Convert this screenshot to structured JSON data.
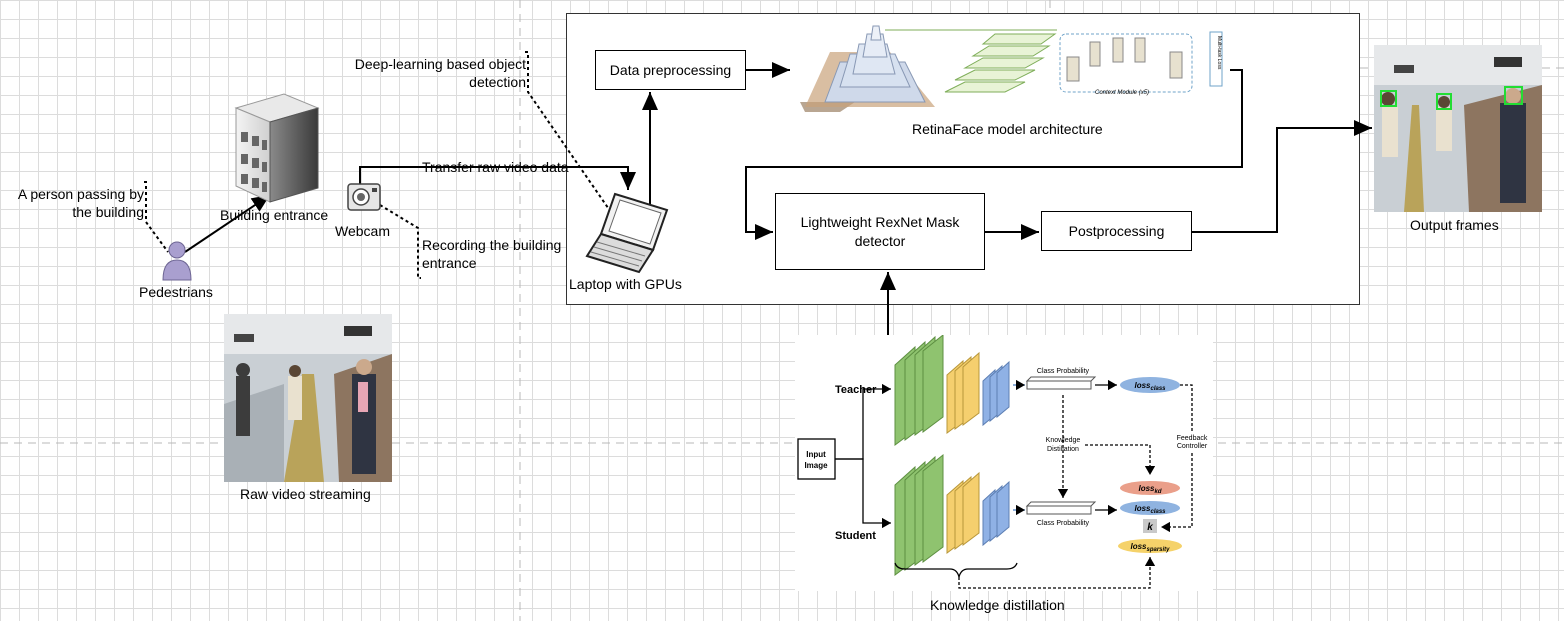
{
  "labels": {
    "person_passing": [
      "A person passing by",
      "the building"
    ],
    "building_entrance": "Building entrance",
    "webcam": "Webcam",
    "pedestrians": "Pedestrians",
    "recording": [
      "Recording the building",
      "entrance"
    ],
    "transfer": "Transfer raw video data",
    "deep_learning": [
      "Deep-learning based object",
      "detection"
    ],
    "laptop": "Laptop with GPUs",
    "raw_video": "Raw video streaming",
    "output_frames": "Output frames",
    "retinaface": "RetinaFace model architecture",
    "knowledge_distillation": "Knowledge distillation"
  },
  "boxes": {
    "data_preprocessing": "Data preprocessing",
    "rexnet": [
      "Lightweight RexNet Mask",
      "detector"
    ],
    "postprocessing": "Postprocessing"
  },
  "kd_figure": {
    "teacher": "Teacher",
    "student": "Student",
    "input": [
      "Input",
      "Image"
    ],
    "class_prob_top": "Class Probability",
    "class_prob_bottom": "Class Probability",
    "kd_label": [
      "Knowledge",
      "Distillation"
    ],
    "feedback": [
      "Feedback",
      "Controller"
    ],
    "loss_class": "loss",
    "loss_class_sub": "class",
    "loss_kd": "loss",
    "loss_kd_sub": "kd",
    "loss_sparsity": "loss",
    "loss_sparsity_sub": "sparsity",
    "k": "k"
  },
  "retina_figure": {
    "context_module": "Context Module (x5)",
    "multitask_loss": "Multi-task Loss"
  },
  "colors": {
    "green": "#8fc36f",
    "yellow": "#f5cf6e",
    "blue": "#8fb1e5",
    "loss_blue": "#8fb3e0",
    "loss_kd": "#ea9f8a",
    "loss_sparsity": "#f5d26a",
    "person": "#a99fcf"
  }
}
